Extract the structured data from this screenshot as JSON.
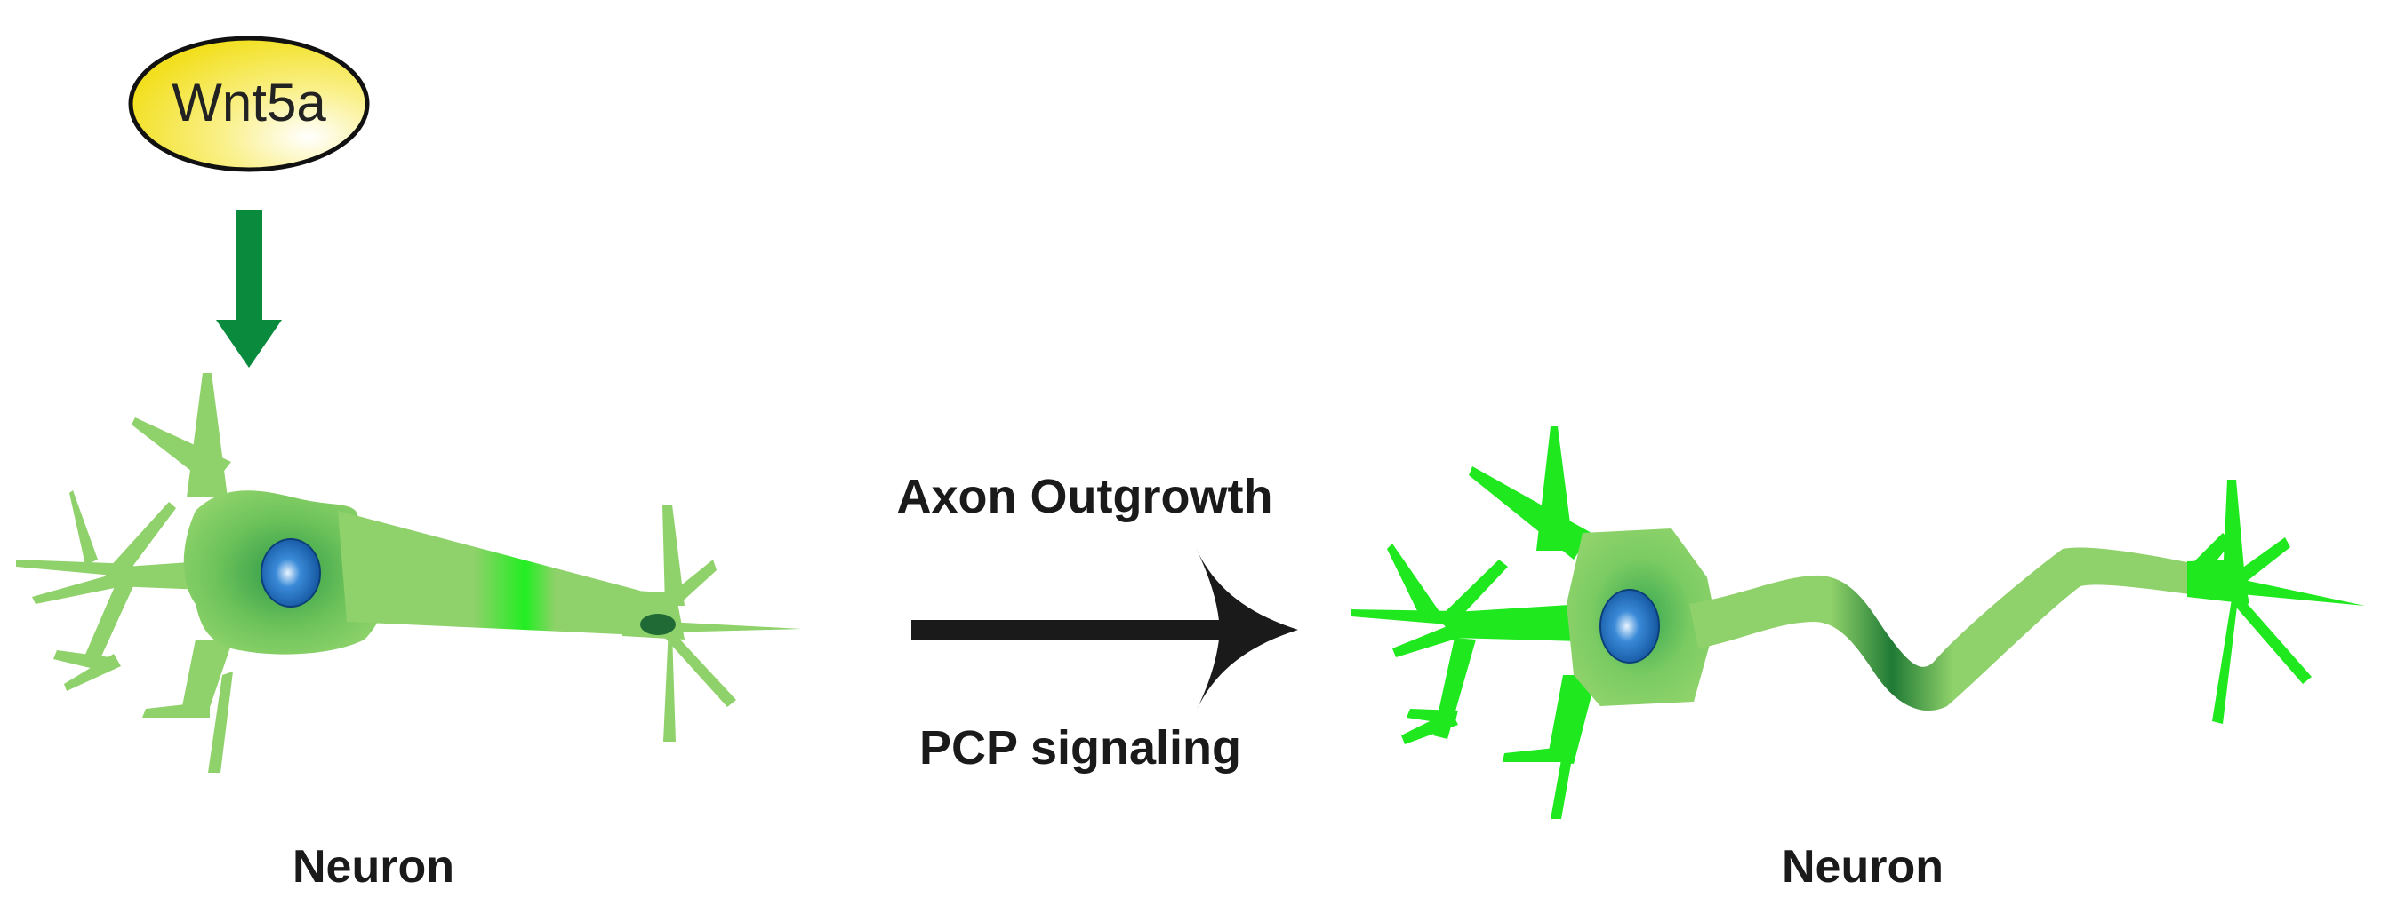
{
  "ligand": {
    "label": "Wnt5a"
  },
  "process": {
    "top_label": "Axon Outgrowth",
    "bottom_label": "PCP signaling"
  },
  "neurons": [
    {
      "label": "Neuron"
    },
    {
      "label": "Neuron"
    }
  ],
  "colors": {
    "neuron_body": "#8fd16a",
    "neuron_dark": "#1f8a3a",
    "neuron_bright": "#1fe81f",
    "nucleus": "#1d6fb8",
    "signal_arrow": "#0a8a3c",
    "main_arrow": "#1a1a1a",
    "ligand_fill": "#f5e83a"
  }
}
